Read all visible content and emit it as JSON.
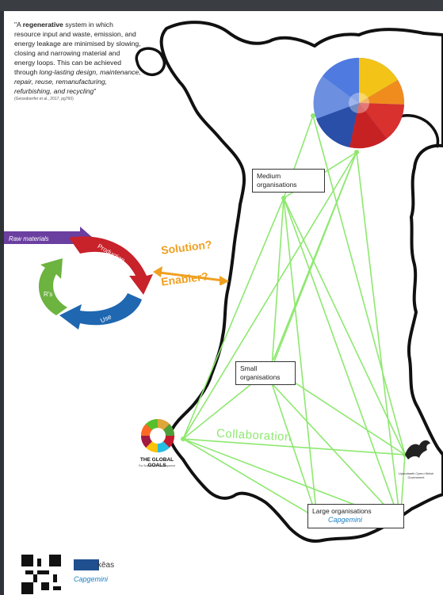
{
  "quote": {
    "open": "\"A ",
    "bold": "regenerative",
    "body1": " system in which resource input and waste, emission, and energy leakage are minimised by slowing, closing and narrowing material and energy loops. This can be achieved through ",
    "italic": "long-lasting design, maintenance, repair, reuse, remanufacturing, refurbishing, and recycling",
    "close": "\"",
    "citation": "(Geissdoerfer et al., 2017, pg760)"
  },
  "cycle": {
    "raw_materials": "Raw materials",
    "production": "Production",
    "use": "Use",
    "rs": "R's"
  },
  "solution_label": "Solution?",
  "enabler_label": "Enabler?",
  "collaboration_label": "Collaboration",
  "orgs": {
    "medium": "Medium organisations",
    "small": "Small organisations",
    "large": "Large organisations"
  },
  "sdg": {
    "title": "THE GLOBAL GOALS",
    "subtitle": "For Sustainable Development"
  },
  "wales_gov": "Llywodraeth Cymru Welsh Government",
  "capgemini": "Capgemini",
  "keas": "kēas",
  "colors": {
    "green_lines": "#8ee870",
    "orange": "#f0a020",
    "red_arrow": "#c8222a",
    "blue_arrow": "#1f67b0",
    "green_arrow": "#6cb33f",
    "purple_arrow": "#6b3fa0"
  }
}
